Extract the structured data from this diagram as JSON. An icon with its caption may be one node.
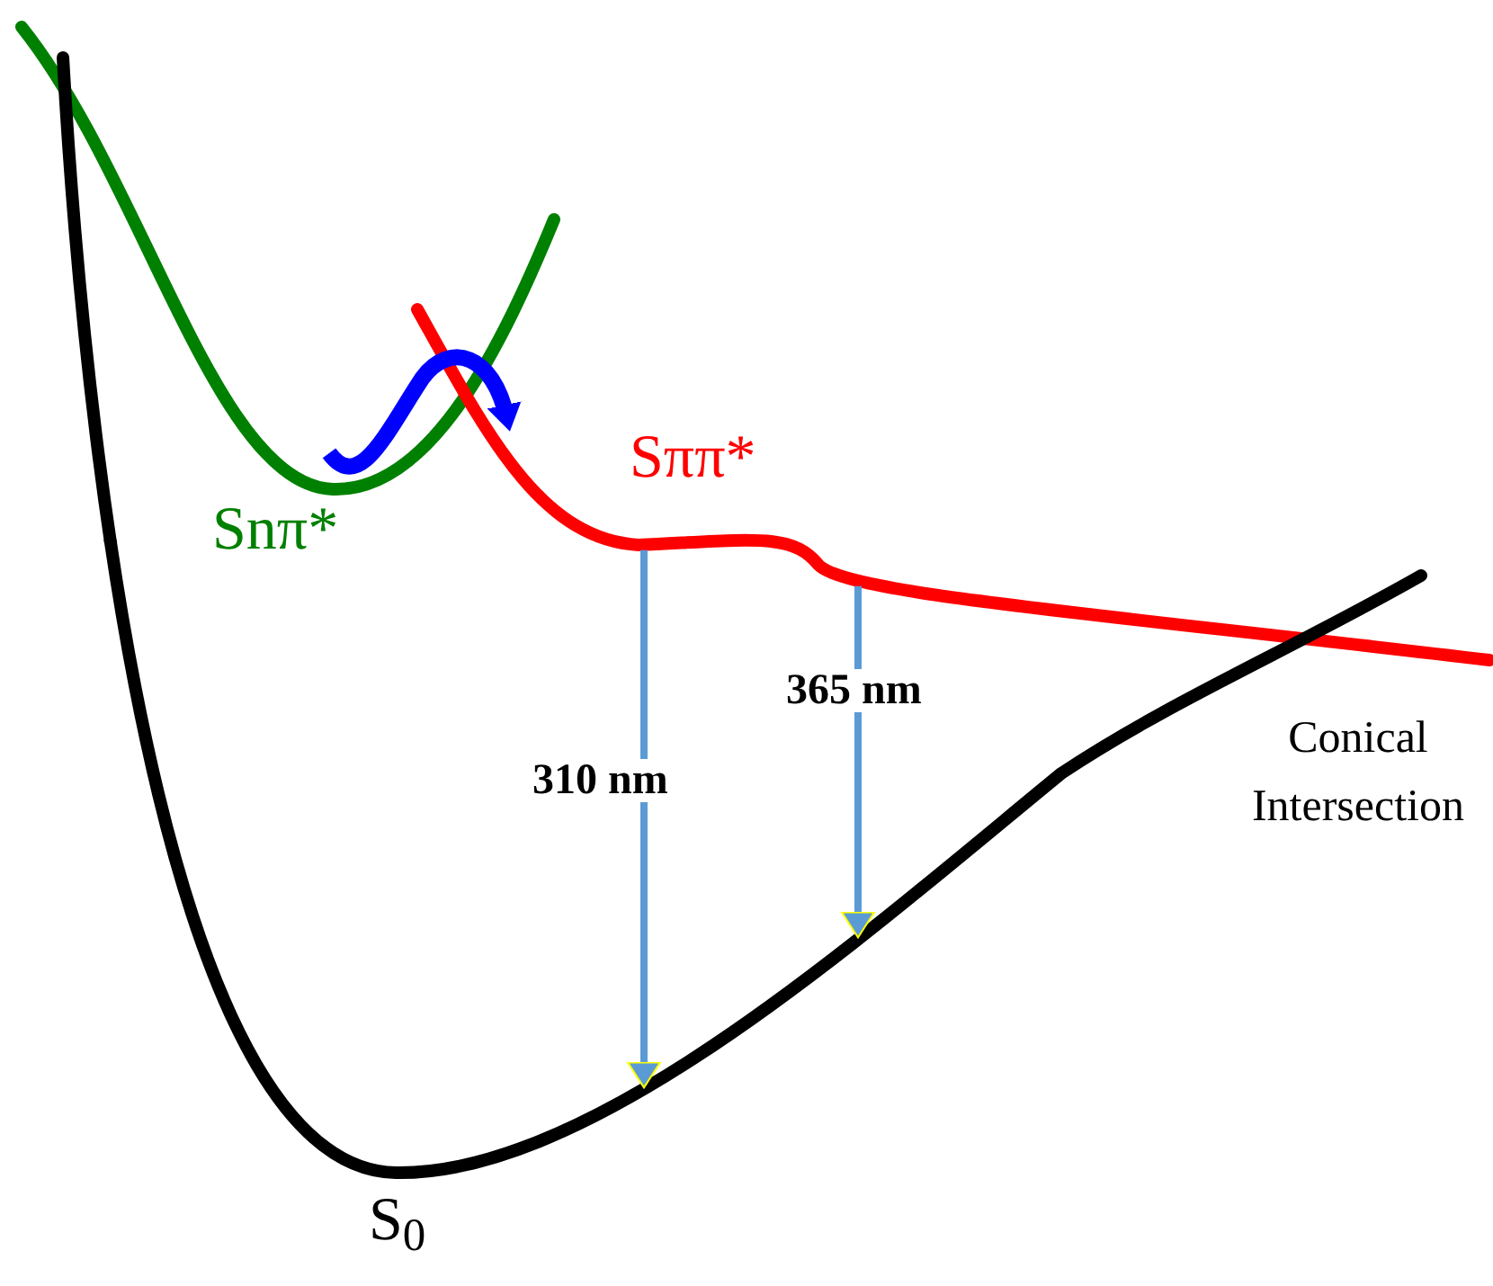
{
  "diagram": {
    "nodes": [
      {
        "text": [
          "Snπ*"
        ]
      },
      {
        "text": [
          "Sππ*"
        ]
      },
      {
        "text": [
          "S$_{0}$"
        ]
      }
    ],
    "edges": [
      {
        "from": 0,
        "to": 1,
        "arrow": "to",
        "style": "thick",
        "color": "#0000ff"
      },
      {
        "from": 1,
        "to": 2,
        "arrow": "to",
        "label": "310 nm"
      },
      {
        "from": 1,
        "to": 2,
        "arrow": "to",
        "label": "365 nm"
      }
    ],
    "labels": [
      "Conical Intersection"
    ]
  }
}
